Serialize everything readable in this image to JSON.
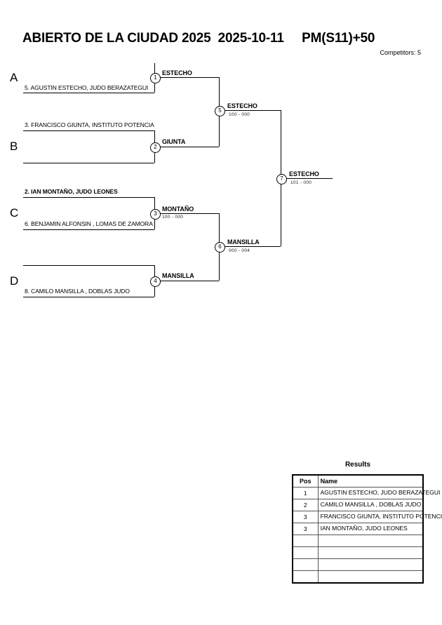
{
  "header": {
    "title": "ABIERTO DE LA CIUDAD 2025  2025-10-11     PM(S11)+50",
    "event_name": "ABIERTO DE LA CIUDAD 2025",
    "date": "2025-10-11",
    "category": "PM(S11)+50",
    "competitors_label": "Competitors: 5"
  },
  "bracket": {
    "groups": [
      {
        "letter": "A"
      },
      {
        "letter": "B"
      },
      {
        "letter": "C"
      },
      {
        "letter": "D"
      }
    ],
    "slots": [
      {
        "id": "a-top",
        "name": "",
        "bold": false
      },
      {
        "id": "a-bottom",
        "name": "5. AGUSTIN ESTECHO, JUDO BERAZATEGUI",
        "bold": false
      },
      {
        "id": "b-top",
        "name": "3. FRANCISCO GIUNTA, INSTITUTO POTENCIA",
        "bold": false
      },
      {
        "id": "b-bottom",
        "name": "",
        "bold": false
      },
      {
        "id": "c-top",
        "name": "2. IAN MONTAÑO, JUDO LEONES",
        "bold": true
      },
      {
        "id": "c-bottom",
        "name": "6. BENJAMIN ALFONSIN , LOMAS DE ZAMORA",
        "bold": false
      },
      {
        "id": "d-top",
        "name": "",
        "bold": false
      },
      {
        "id": "d-bottom",
        "name": "8. CAMILO MANSILLA    , DOBLAS JUDO",
        "bold": false
      }
    ],
    "matches": [
      {
        "number": "1",
        "winner": "ESTECHO",
        "score": ""
      },
      {
        "number": "2",
        "winner": "GIUNTA",
        "score": ""
      },
      {
        "number": "3",
        "winner": "MONTAÑO",
        "score": "100 - 000"
      },
      {
        "number": "4",
        "winner": "MANSILLA",
        "score": ""
      },
      {
        "number": "5",
        "winner": "ESTECHO",
        "score": "100 - 000"
      },
      {
        "number": "6",
        "winner": "MANSILLA",
        "score": "000 - 004"
      },
      {
        "number": "7",
        "winner": "ESTECHO",
        "score": "101 - 000"
      }
    ]
  },
  "results": {
    "title": "Results",
    "columns": [
      "Pos",
      "Name"
    ],
    "rows": [
      {
        "pos": "1",
        "name": "AGUSTIN ESTECHO, JUDO BERAZATEGUI"
      },
      {
        "pos": "2",
        "name": "CAMILO MANSILLA , DOBLAS JUDO"
      },
      {
        "pos": "3",
        "name": "FRANCISCO GIUNTA, INSTITUTO POTENCIA"
      },
      {
        "pos": "3",
        "name": "IAN MONTAÑO, JUDO LEONES"
      },
      {
        "pos": "",
        "name": ""
      },
      {
        "pos": "",
        "name": ""
      },
      {
        "pos": "",
        "name": ""
      },
      {
        "pos": "",
        "name": ""
      }
    ]
  }
}
